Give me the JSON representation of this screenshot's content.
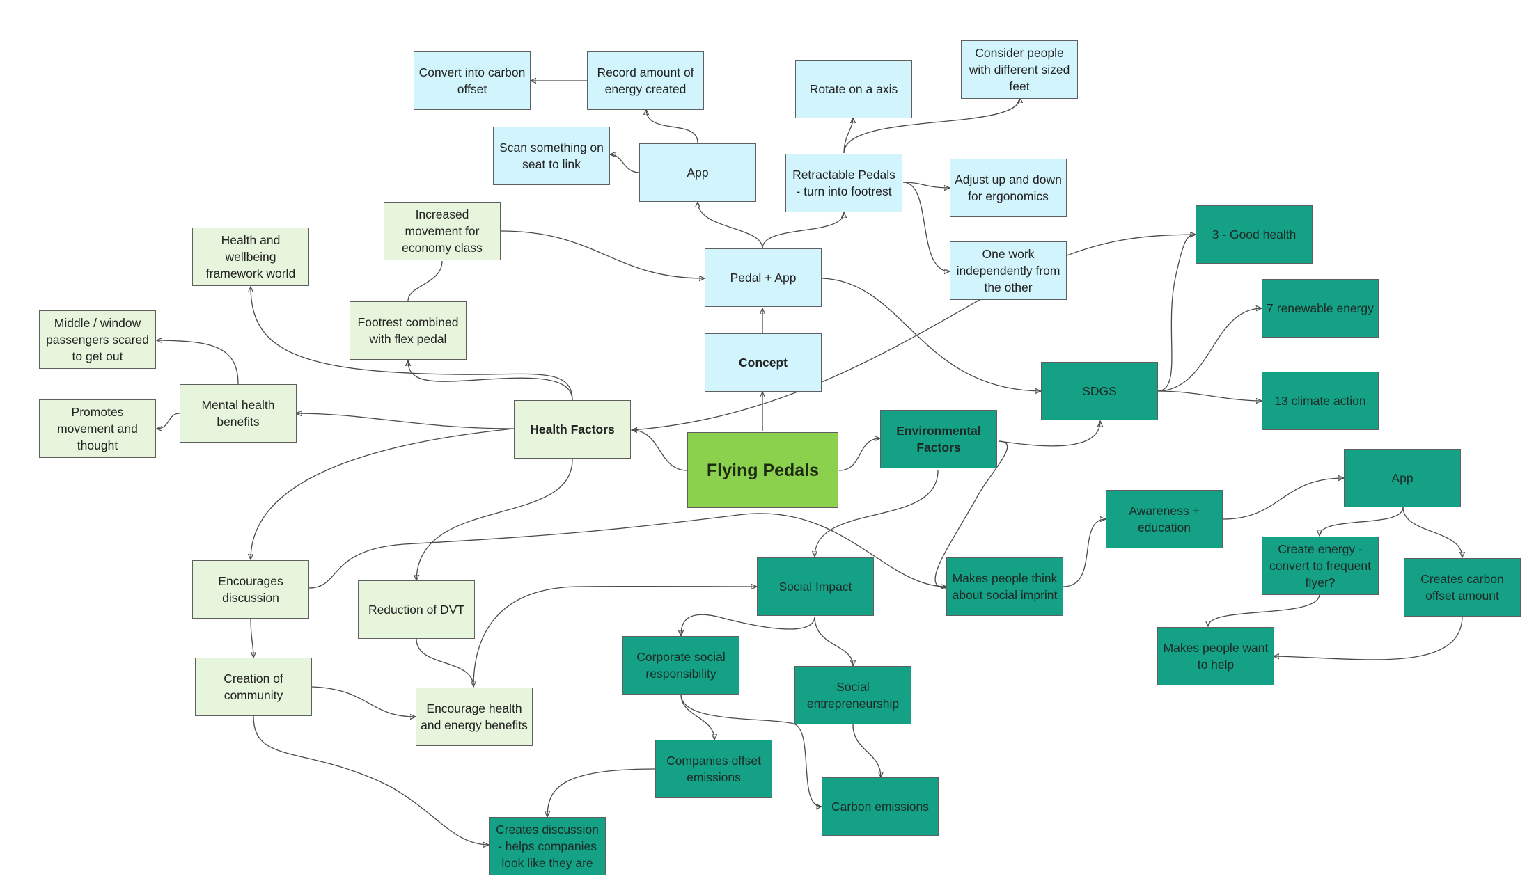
{
  "nodes": {
    "flying_pedals": "Flying Pedals",
    "concept": "Concept",
    "pedal_app": "Pedal + App",
    "app_top": "App",
    "record_energy": "Record amount of energy created",
    "convert_carbon": "Convert into carbon offset",
    "scan_seat": "Scan something on seat to link",
    "retractable": "Retractable Pedals - turn into footrest",
    "rotate_axis": "Rotate on a axis",
    "consider_feet": "Consider people with different sized feet",
    "adjust_ergonomics": "Adjust up and down for ergonomics",
    "work_independently": "One work independently from the other",
    "health_factors": "Health Factors",
    "increased_movement": "Increased movement for economy class",
    "footrest_flex": "Footrest combined with flex pedal",
    "health_wellbeing": "Health and wellbeing framework world",
    "mental_health": "Mental health benefits",
    "middle_window": "Middle / window passengers scared to get out",
    "promotes_movement": "Promotes movement and thought",
    "encourages_discussion": "Encourages discussion",
    "reduction_dvt": "Reduction of DVT",
    "creation_community": "Creation of community",
    "encourage_health": "Encourage health and energy benefits",
    "environmental_factors": "Environmental Factors",
    "sdgs": "SDGS",
    "good_health": "3 - Good health",
    "renewable_energy": "7 renewable energy",
    "climate_action": "13 climate action",
    "social_impact": "Social Impact",
    "social_imprint": "Makes people think about social imprint",
    "awareness": "Awareness + education",
    "app_right": "App",
    "create_energy": "Create energy - convert to frequent flyer?",
    "creates_offset": "Creates carbon offset amount",
    "makes_people_help": "Makes people want to help",
    "csr": "Corporate social responsibility",
    "social_entrepreneurship": "Social entrepreneurship",
    "companies_offset": "Companies offset emissions",
    "carbon_emissions": "Carbon emissions",
    "creates_discussion": "Creates discussion - helps companies look like they are"
  },
  "colors": {
    "blue": "#d2f5fd",
    "light_green": "#e6f5dc",
    "teal": "#14a186",
    "hub_green": "#8bd14e",
    "connector": "#4a4a4a"
  }
}
